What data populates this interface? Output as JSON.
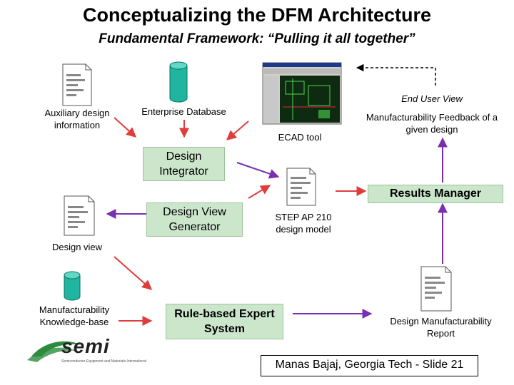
{
  "slide": {
    "title": "Conceptualizing the DFM Architecture",
    "subtitle": "Fundamental Framework: “Pulling it all together”",
    "footer": "Manas Bajaj, Georgia Tech - Slide 21"
  },
  "nodes": {
    "aux_design_info": "Auxiliary design information",
    "enterprise_db": "Enterprise Database",
    "ecad_tool": "ECAD tool",
    "end_user_view": "End User View",
    "mfg_feedback": "Manufacturability Feedback of a given design",
    "design_integrator": "Design Integrator",
    "results_manager": "Results Manager",
    "design_view_generator": "Design View Generator",
    "step_ap210": "STEP AP 210 design model",
    "design_view": "Design view",
    "mfg_kb": "Manufacturability Knowledge-base",
    "rule_expert": "Rule-based Expert System",
    "dfm_report": "Design Manufacturability Report"
  },
  "logo": {
    "brand": "semi",
    "tagline": "Semiconductor Equipment and Materials International"
  },
  "colors": {
    "box_fill": "#cce6cc",
    "arrow_red": "#e03c3c",
    "arrow_purple": "#7a2fb0",
    "db_fill": "#1fb5a0",
    "logo_green": "#2e8b3e"
  }
}
